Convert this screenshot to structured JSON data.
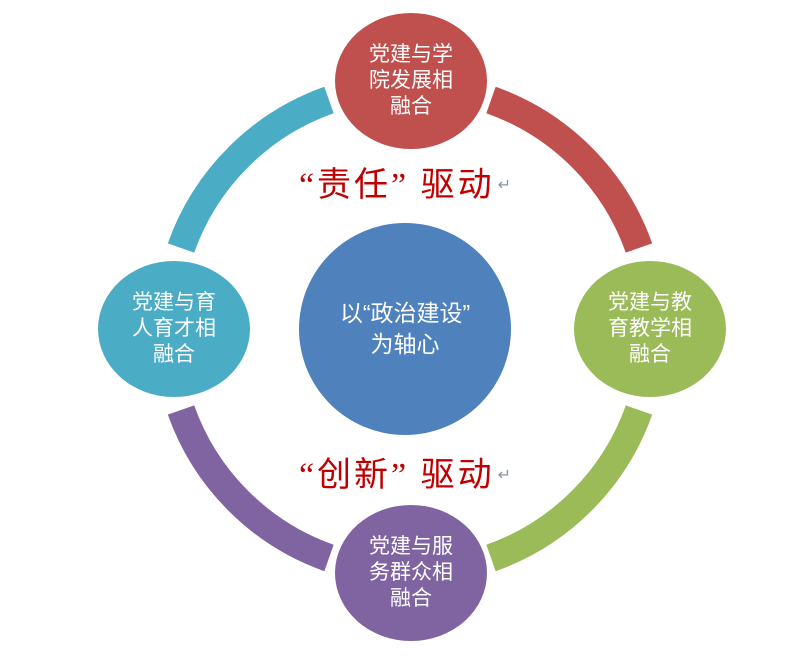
{
  "center_node": {
    "lines": [
      "以“政治建设”",
      "为轴心"
    ],
    "color": "#4F81BD"
  },
  "nodes": [
    {
      "position": "top",
      "lines": [
        "党建与学",
        "院发展相",
        "融合"
      ],
      "color": "#C0504D"
    },
    {
      "position": "right",
      "lines": [
        "党建与教",
        "育教学相",
        "融合"
      ],
      "color": "#9BBB59"
    },
    {
      "position": "bottom",
      "lines": [
        "党建与服",
        "务群众相",
        "融合"
      ],
      "color": "#8064A2"
    },
    {
      "position": "left",
      "lines": [
        "党建与育",
        "人育才相",
        "融合"
      ],
      "color": "#4BACC6"
    }
  ],
  "driver_labels": {
    "top": "“责任” 驱动",
    "bottom": "“创新” 驱动",
    "color": "#C00000",
    "paragraph_mark": "↵"
  },
  "arcs": [
    {
      "from": "left",
      "to": "top",
      "color": "#4BACC6"
    },
    {
      "from": "top",
      "to": "right",
      "color": "#C0504D"
    },
    {
      "from": "right",
      "to": "bottom",
      "color": "#9BBB59"
    },
    {
      "from": "bottom",
      "to": "left",
      "color": "#8064A2"
    }
  ],
  "background_color": "#FFFFFF"
}
